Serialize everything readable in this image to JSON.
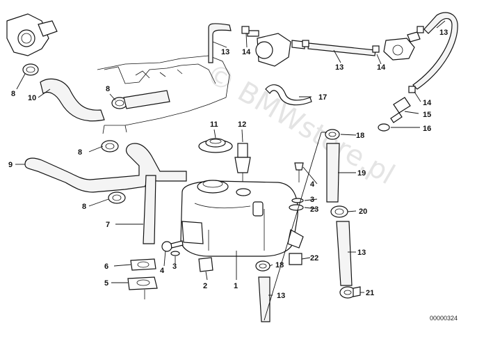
{
  "watermark": "© BMWstore.pl",
  "diagram_code": "00000324",
  "callouts": {
    "c8a": "8",
    "c10": "10",
    "c8b": "8",
    "c13a": "13",
    "c14a": "14",
    "c13b": "13",
    "c14b": "14",
    "c13c": "13",
    "c17": "17",
    "c14c": "14",
    "c15": "15",
    "c16": "16",
    "c11": "11",
    "c12": "12",
    "c8c": "8",
    "c18a": "18",
    "c9": "9",
    "c19": "19",
    "c4a": "4",
    "c3a": "3",
    "c23": "23",
    "c8d": "8",
    "c20": "20",
    "c7": "7",
    "c13d": "13",
    "c22": "22",
    "c6": "6",
    "c4b": "4",
    "c3b": "3",
    "c18b": "18",
    "c5": "5",
    "c2": "2",
    "c1": "1",
    "c13e": "13",
    "c21": "21"
  }
}
